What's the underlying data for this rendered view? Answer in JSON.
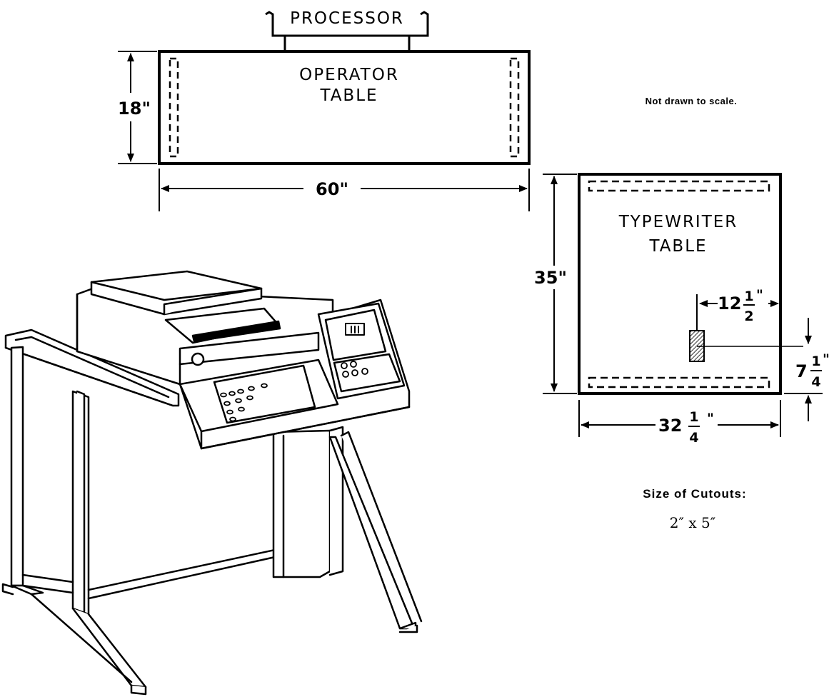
{
  "operator": {
    "processor_label": "PROCESSOR",
    "title_line1": "OPERATOR",
    "title_line2": "TABLE",
    "depth_label": "18\"",
    "width_label": "60\""
  },
  "typewriter": {
    "title_line1": "TYPEWRITER",
    "title_line2": "TABLE",
    "depth_label": "35\"",
    "width_whole": "32",
    "width_num": "1",
    "width_den": "4",
    "width_unit": "\"",
    "offset_x_whole": "12",
    "offset_x_num": "1",
    "offset_x_den": "2",
    "offset_x_unit": "\"",
    "offset_y_whole": "7",
    "offset_y_num": "1",
    "offset_y_den": "4",
    "offset_y_unit": "\""
  },
  "notes": {
    "scale_note": "Not drawn to scale.",
    "cutouts_title": "Size of Cutouts:",
    "cutouts_value": "2″ x 5″"
  }
}
